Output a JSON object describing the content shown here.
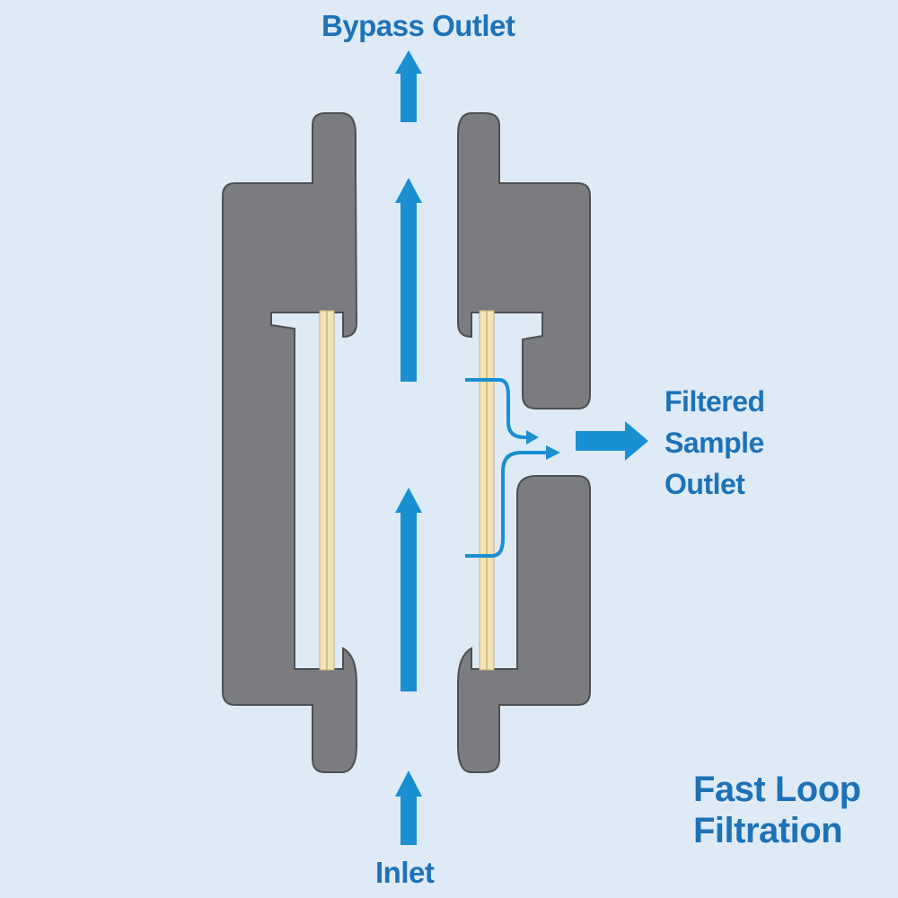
{
  "labels": {
    "bypass_outlet": "Bypass Outlet",
    "inlet": "Inlet",
    "filtered_sample_outlet": [
      "Filtered",
      "Sample",
      "Outlet"
    ],
    "title": [
      "Fast Loop",
      "Filtration"
    ]
  },
  "colors": {
    "background": "#deebf7",
    "housing": "#7b7c80",
    "housing_outline": "#4e4f53",
    "filter_element": "#f3e3b4",
    "filter_line": "#c9b078",
    "flow_arrow": "#1a8fd1",
    "label_text": "#1d72b8"
  }
}
